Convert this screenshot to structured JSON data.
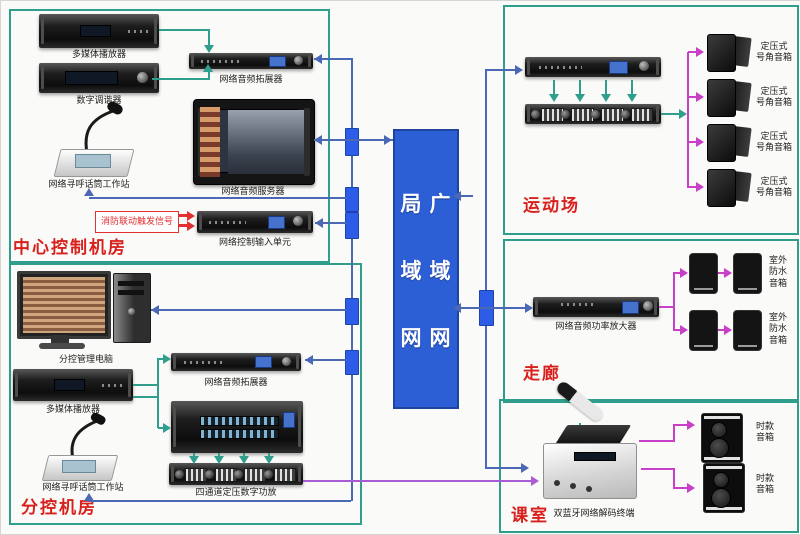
{
  "cloud": {
    "lan": "局\n域\n网",
    "wan": "广\n域\n网"
  },
  "sections": {
    "center_control": {
      "title": "中心控制机房"
    },
    "sub_control": {
      "title": "分控机房"
    },
    "sports_field": {
      "title": "运动场"
    },
    "corridor": {
      "title": "走廊"
    },
    "classroom": {
      "title": "课室"
    }
  },
  "devices": {
    "media_player": "多媒体播放器",
    "digital_tuner": "数字调谐器",
    "paging_station": "网络寻呼话筒工作站",
    "audio_expander": "网络音频拓展器",
    "audio_server": "网络音频服务器",
    "control_input_unit": "网络控制输入单元",
    "fire_trigger_signal": "消防联动触发信号",
    "sub_control_pc": "分控管理电脑",
    "four_channel_amp": "四通道定压数字功放",
    "corridor_amp": "网络音频功率放大器",
    "bt_decoder": "双蓝牙网络解码终端"
  },
  "speakers": {
    "horn": "定压式\n号角音箱",
    "waterproof": "室外\n防水\n音箱",
    "fashion": "时款\n音箱"
  },
  "colors": {
    "zone_border": "#2f9e8c",
    "cloud_fill": "#2c5ed6",
    "line_blue": "#4a68b4",
    "arrow_teal": "#2f9e8c",
    "arrow_magenta": "#c83fc8",
    "line_purple": "#a95cd4",
    "alert_red": "#e03030"
  }
}
